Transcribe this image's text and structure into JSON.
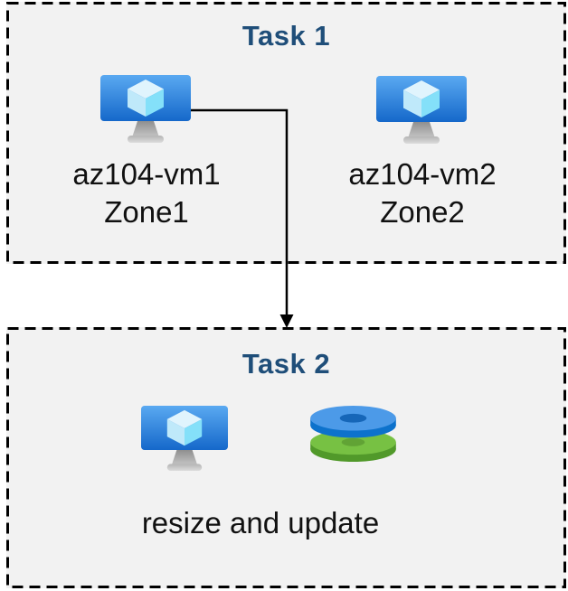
{
  "diagram": {
    "task1": {
      "title": "Task 1",
      "vms": [
        {
          "name": "az104-vm1",
          "zone": "Zone1",
          "icon": "vm-icon"
        },
        {
          "name": "az104-vm2",
          "zone": "Zone2",
          "icon": "vm-icon"
        }
      ]
    },
    "task2": {
      "title": "Task 2",
      "caption": "resize and update",
      "icons": [
        "vm-icon",
        "disks-icon"
      ]
    },
    "arrow": {
      "from_vm": "az104-vm1",
      "to_task": "Task 2"
    },
    "colors": {
      "title_text": "#1F4E79",
      "label_text": "#111111",
      "box_background": "#F2F2F2",
      "border": "#000000",
      "arrow": "#000000",
      "vm_screen_top": "#5AA9F1",
      "vm_screen_bottom": "#1568CA",
      "cube_top": "#E0F4FD",
      "cube_left": "#BFE9FA",
      "cube_right": "#84E0F9",
      "disk_blue_top": "#4C9AE8",
      "disk_blue_side": "#0D72CC",
      "disk_blue_hole": "#1666B8",
      "disk_green_top": "#77C143",
      "disk_green_side": "#51992A",
      "disk_green_hole": "#61A335"
    }
  }
}
